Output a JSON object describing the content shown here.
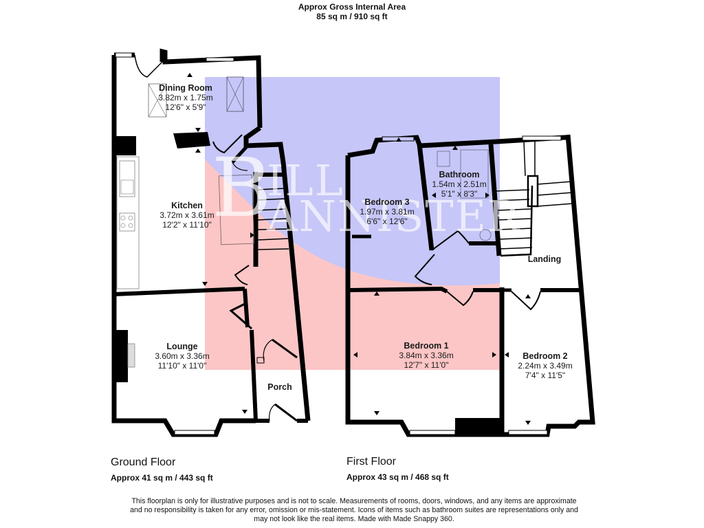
{
  "header": {
    "title": "Approx Gross Internal Area",
    "total_area": "85 sq m / 910 sq ft"
  },
  "floors": [
    {
      "name": "Ground Floor",
      "area": "Approx 41 sq m / 443 sq ft",
      "rooms": [
        {
          "name": "Dining Room",
          "metric": "3.82m x 1.75m",
          "imperial": "12'6\" x 5'9\""
        },
        {
          "name": "Kitchen",
          "metric": "3.72m x 3.61m",
          "imperial": "12'2\" x 11'10\""
        },
        {
          "name": "Lounge",
          "metric": "3.60m x 3.36m",
          "imperial": "11'10\" x 11'0\""
        },
        {
          "name": "Porch"
        }
      ]
    },
    {
      "name": "First Floor",
      "area": "Approx 43 sq m / 468 sq ft",
      "rooms": [
        {
          "name": "Bedroom 3",
          "metric": "1.97m x 3.81m",
          "imperial": "6'6\" x 12'6\""
        },
        {
          "name": "Bathroom",
          "metric": "1.54m x 2.51m",
          "imperial": "5'1\" x 8'3\""
        },
        {
          "name": "Landing"
        },
        {
          "name": "Bedroom 1",
          "metric": "3.84m x 3.36m",
          "imperial": "12'7\" x 11'0\""
        },
        {
          "name": "Bedroom 2",
          "metric": "2.24m x 3.49m",
          "imperial": "7'4\" x 11'5\""
        }
      ]
    }
  ],
  "watermark": {
    "line1": "BILL",
    "line2": "BANNISTER",
    "colors": {
      "top": "#c6c6f8",
      "bottom": "#fcc6c6"
    }
  },
  "disclaimer": {
    "line1": "This floorplan is only for illustrative purposes and is not to scale. Measurements of rooms, doors, windows, and any items are approximate",
    "line2": "and no responsibility is taken for any error, omission or mis-statement. Icons of items such as bathroom suites are representations only and",
    "line3": "may not look like the real items. Made with Made Snappy 360."
  }
}
